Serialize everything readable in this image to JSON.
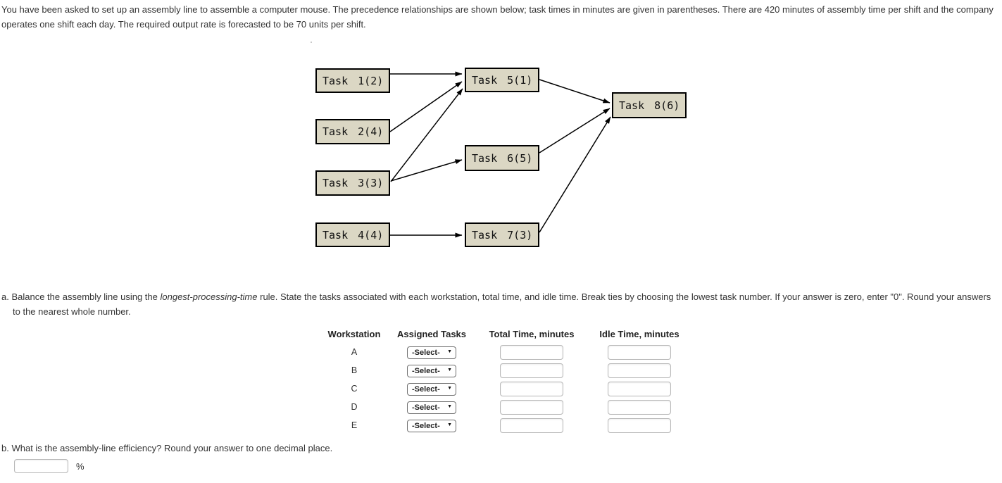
{
  "intro": "You have been asked to set up an assembly line to assemble a computer mouse. The precedence relationships are shown below; task times in minutes are given in parentheses. There are 420 minutes of assembly time per shift and the company operates one shift each day. The required output rate is forecasted to be 70 units per shift.",
  "diagram": {
    "box_fill": "#dbd7c4",
    "tasks": [
      {
        "id": 1,
        "time_minutes": 2,
        "label": "Task 1(2)"
      },
      {
        "id": 2,
        "time_minutes": 4,
        "label": "Task 2(4)"
      },
      {
        "id": 3,
        "time_minutes": 3,
        "label": "Task 3(3)"
      },
      {
        "id": 4,
        "time_minutes": 4,
        "label": "Task 4(4)"
      },
      {
        "id": 5,
        "time_minutes": 1,
        "label": "Task 5(1)"
      },
      {
        "id": 6,
        "time_minutes": 5,
        "label": "Task 6(5)"
      },
      {
        "id": 7,
        "time_minutes": 3,
        "label": "Task 7(3)"
      },
      {
        "id": 8,
        "time_minutes": 6,
        "label": "Task 8(6)"
      }
    ],
    "precedence_edges": [
      {
        "from": 1,
        "to": 5
      },
      {
        "from": 2,
        "to": 5
      },
      {
        "from": 3,
        "to": 5
      },
      {
        "from": 3,
        "to": 6
      },
      {
        "from": 4,
        "to": 7
      },
      {
        "from": 5,
        "to": 8
      },
      {
        "from": 6,
        "to": 8
      },
      {
        "from": 7,
        "to": 8
      }
    ]
  },
  "question_a": {
    "label": "a.",
    "prefix": "Balance the assembly line using the ",
    "italic": "longest-processing-time",
    "suffix": " rule. State the tasks associated with each workstation, total time, and idle time. Break ties by choosing the lowest task number. If your answer is zero, enter \"0\". Round your answers to the nearest whole number."
  },
  "table": {
    "headers": {
      "workstation": "Workstation",
      "assigned": "Assigned Tasks",
      "total": "Total Time, minutes",
      "idle": "Idle Time, minutes"
    },
    "select_label": "-Select-",
    "rows": [
      {
        "workstation": "A",
        "assigned": "-Select-",
        "total": "",
        "idle": ""
      },
      {
        "workstation": "B",
        "assigned": "-Select-",
        "total": "",
        "idle": ""
      },
      {
        "workstation": "C",
        "assigned": "-Select-",
        "total": "",
        "idle": ""
      },
      {
        "workstation": "D",
        "assigned": "-Select-",
        "total": "",
        "idle": ""
      },
      {
        "workstation": "E",
        "assigned": "-Select-",
        "total": "",
        "idle": ""
      }
    ]
  },
  "question_b": {
    "label": "b.",
    "text": "What is the assembly-line efficiency? Round your answer to one decimal place.",
    "value": "",
    "unit": "%"
  }
}
